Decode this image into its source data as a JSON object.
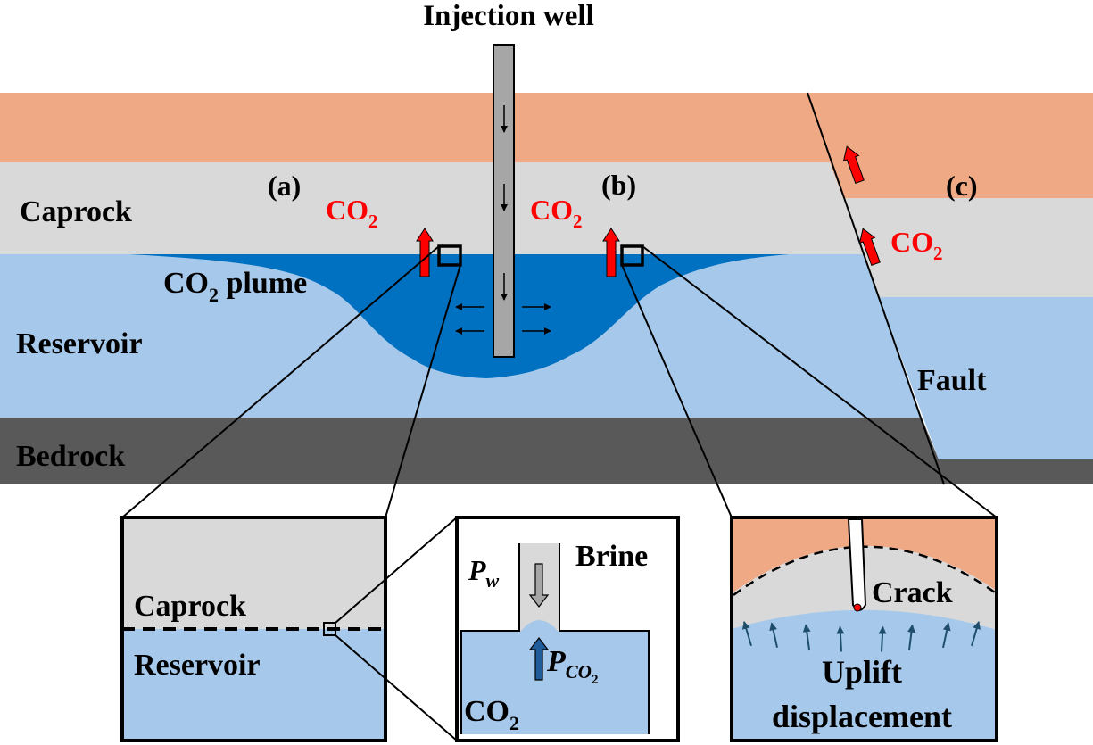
{
  "title": "Injection well",
  "colors": {
    "overburden": "#f0a985",
    "caprock": "#d9d9d9",
    "reservoir": "#a6c9eb",
    "plume": "#0070c0",
    "bedrock": "#595959",
    "well": "#a6a6a6",
    "leak_arrow": "#ff0000",
    "pressure_arrow": "#1f5c99",
    "uplift_arrow": "#1f4e6b"
  },
  "layers": {
    "caprock": "Caprock",
    "reservoir": "Reservoir",
    "bedrock": "Bedrock",
    "plume": {
      "main": "CO",
      "sub": "2",
      "suffix": " plume"
    },
    "fault": "Fault"
  },
  "markers": {
    "a": "(a)",
    "b": "(b)",
    "c": "(c)"
  },
  "co2": {
    "main": "CO",
    "sub": "2"
  },
  "panel_a": {
    "caprock": "Caprock",
    "reservoir": "Reservoir"
  },
  "panel_detail": {
    "pw": {
      "main": "P",
      "sub": "w"
    },
    "brine": "Brine",
    "pco2": {
      "main": "P",
      "sub": "CO",
      "subsub": "2"
    },
    "co2": {
      "main": "CO",
      "sub": "2"
    }
  },
  "panel_c": {
    "crack": "Crack",
    "uplift_line1": "Uplift",
    "uplift_line2": "displacement"
  }
}
